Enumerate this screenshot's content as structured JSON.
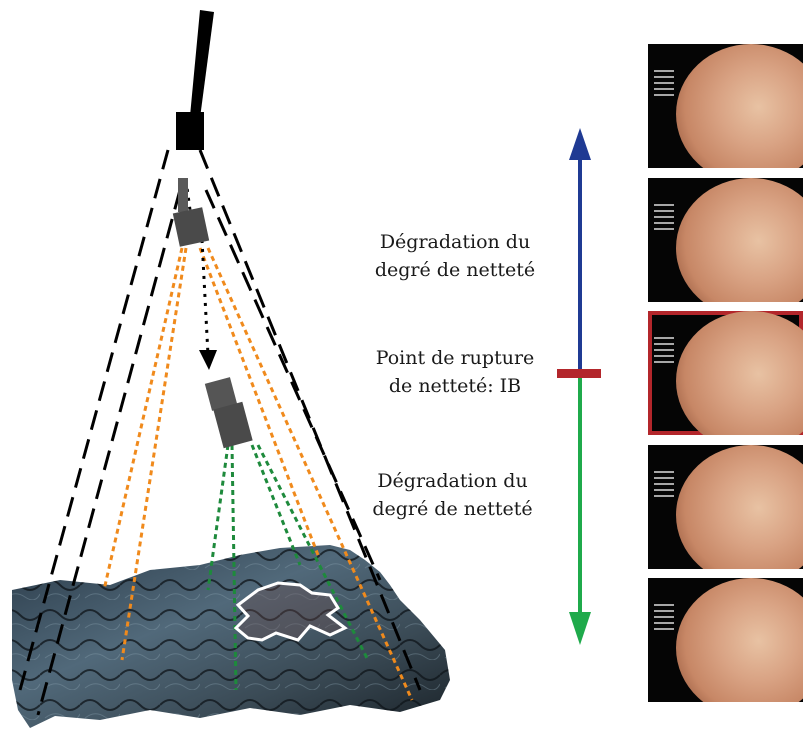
{
  "labels": {
    "degradation_top_line1": "Dégradation du",
    "degradation_top_line2": "degré de netteté",
    "rupture_line1": "Point de rupture",
    "rupture_line2": "de netteté: IB",
    "degradation_bottom_line1": "Dégradation du",
    "degradation_bottom_line2": "degré de netteté"
  },
  "colors": {
    "arrow_top": "#1f3a93",
    "arrow_bottom": "#1faa4b",
    "rupture_marker": "#b3262b",
    "orange_rays": "#f08a1c",
    "green_rays": "#1e8a3c",
    "black_rays": "#000000"
  },
  "thumbnails": [
    {
      "name": "frame-1",
      "selected": false
    },
    {
      "name": "frame-2",
      "selected": false
    },
    {
      "name": "frame-3",
      "selected": true
    },
    {
      "name": "frame-4",
      "selected": false
    },
    {
      "name": "frame-5",
      "selected": false
    }
  ]
}
